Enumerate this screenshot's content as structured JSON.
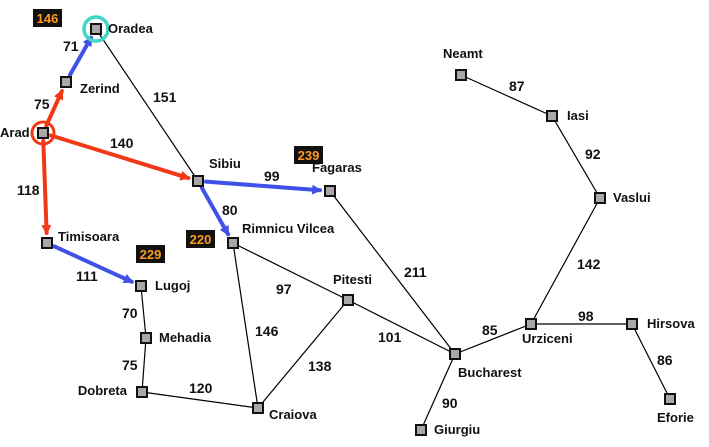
{
  "colors": {
    "road": "#000000",
    "node_fill": "#a8a8a8",
    "node_stroke": "#111111",
    "expanded_edge": "#f03a17",
    "frontier_edge": "#3f51e8",
    "current_ring": "#f03a17",
    "goal_ring": "#3fd6c8",
    "badge_bg": "#111111",
    "badge_text": "#ff9a1f"
  },
  "cities": [
    {
      "id": "oradea",
      "name": "Oradea"
    },
    {
      "id": "zerind",
      "name": "Zerind"
    },
    {
      "id": "arad",
      "name": "Arad"
    },
    {
      "id": "timisoara",
      "name": "Timisoara"
    },
    {
      "id": "lugoj",
      "name": "Lugoj"
    },
    {
      "id": "mehadia",
      "name": "Mehadia"
    },
    {
      "id": "dobreta",
      "name": "Dobreta"
    },
    {
      "id": "craiova",
      "name": "Craiova"
    },
    {
      "id": "sibiu",
      "name": "Sibiu"
    },
    {
      "id": "rimnicu",
      "name": "Rimnicu Vilcea"
    },
    {
      "id": "fagaras",
      "name": "Fagaras"
    },
    {
      "id": "pitesti",
      "name": "Pitesti"
    },
    {
      "id": "bucharest",
      "name": "Bucharest"
    },
    {
      "id": "giurgiu",
      "name": "Giurgiu"
    },
    {
      "id": "urziceni",
      "name": "Urziceni"
    },
    {
      "id": "hirsova",
      "name": "Hirsova"
    },
    {
      "id": "eforie",
      "name": "Eforie"
    },
    {
      "id": "vaslui",
      "name": "Vaslui"
    },
    {
      "id": "iasi",
      "name": "Iasi"
    },
    {
      "id": "neamt",
      "name": "Neamt"
    }
  ],
  "roads": [
    {
      "from": "oradea",
      "to": "zerind",
      "distance": "71",
      "status": "frontier"
    },
    {
      "from": "oradea",
      "to": "sibiu",
      "distance": "151",
      "status": "plain"
    },
    {
      "from": "zerind",
      "to": "arad",
      "distance": "75",
      "status": "expanded"
    },
    {
      "from": "arad",
      "to": "sibiu",
      "distance": "140",
      "status": "expanded"
    },
    {
      "from": "arad",
      "to": "timisoara",
      "distance": "118",
      "status": "expanded"
    },
    {
      "from": "timisoara",
      "to": "lugoj",
      "distance": "111",
      "status": "frontier"
    },
    {
      "from": "lugoj",
      "to": "mehadia",
      "distance": "70",
      "status": "plain"
    },
    {
      "from": "mehadia",
      "to": "dobreta",
      "distance": "75",
      "status": "plain"
    },
    {
      "from": "dobreta",
      "to": "craiova",
      "distance": "120",
      "status": "plain"
    },
    {
      "from": "sibiu",
      "to": "fagaras",
      "distance": "99",
      "status": "frontier"
    },
    {
      "from": "sibiu",
      "to": "rimnicu",
      "distance": "80",
      "status": "frontier"
    },
    {
      "from": "rimnicu",
      "to": "pitesti",
      "distance": "97",
      "status": "plain"
    },
    {
      "from": "rimnicu",
      "to": "craiova",
      "distance": "146",
      "status": "plain"
    },
    {
      "from": "craiova",
      "to": "pitesti",
      "distance": "138",
      "status": "plain"
    },
    {
      "from": "pitesti",
      "to": "bucharest",
      "distance": "101",
      "status": "plain"
    },
    {
      "from": "fagaras",
      "to": "bucharest",
      "distance": "211",
      "status": "plain"
    },
    {
      "from": "bucharest",
      "to": "giurgiu",
      "distance": "90",
      "status": "plain"
    },
    {
      "from": "bucharest",
      "to": "urziceni",
      "distance": "85",
      "status": "plain"
    },
    {
      "from": "urziceni",
      "to": "hirsova",
      "distance": "98",
      "status": "plain"
    },
    {
      "from": "hirsova",
      "to": "eforie",
      "distance": "86",
      "status": "plain"
    },
    {
      "from": "urziceni",
      "to": "vaslui",
      "distance": "142",
      "status": "plain"
    },
    {
      "from": "vaslui",
      "to": "iasi",
      "distance": "92",
      "status": "plain"
    },
    {
      "from": "iasi",
      "to": "neamt",
      "distance": "87",
      "status": "plain"
    }
  ],
  "cost_badges": [
    {
      "city": "oradea",
      "value": "146"
    },
    {
      "city": "fagaras",
      "value": "239"
    },
    {
      "city": "rimnicu",
      "value": "220"
    },
    {
      "city": "lugoj",
      "value": "229"
    }
  ],
  "highlights": {
    "current": "arad",
    "goal_ring": "oradea"
  }
}
